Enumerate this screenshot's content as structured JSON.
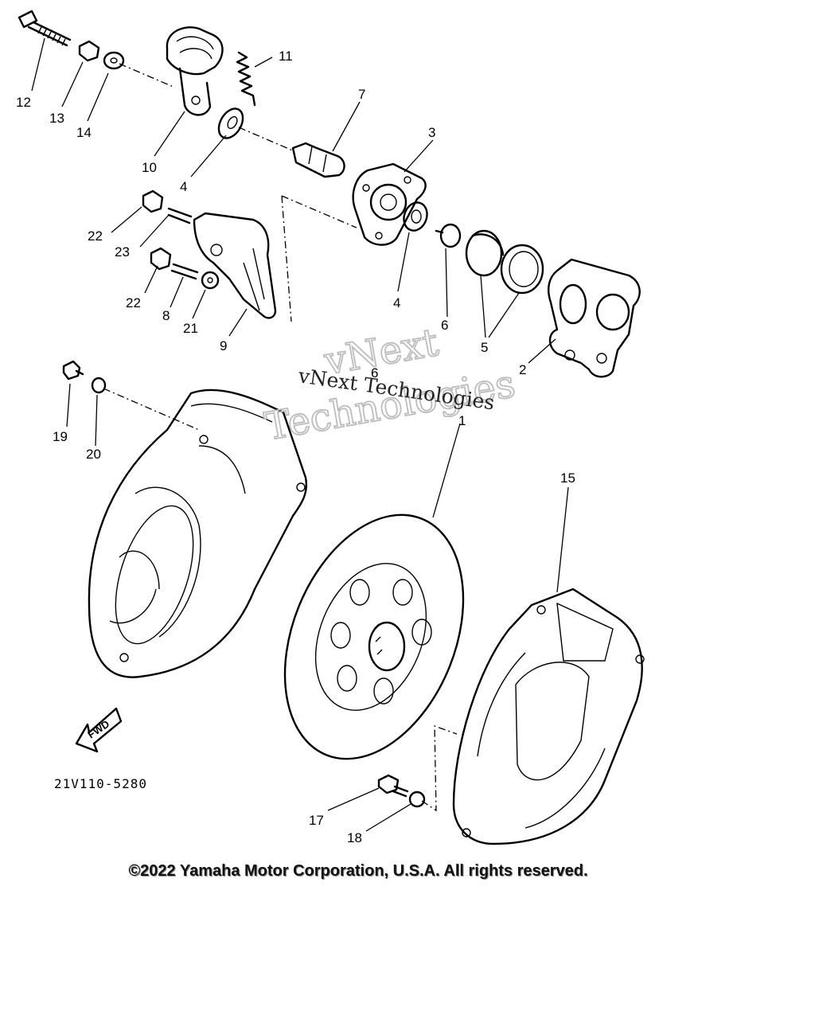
{
  "labels": {
    "p1": "1",
    "p2": "2",
    "p3": "3",
    "p4a": "4",
    "p4b": "4",
    "p5": "5",
    "p6a": "6",
    "p6b": "6",
    "p7": "7",
    "p8": "8",
    "p9": "9",
    "p10": "10",
    "p11": "11",
    "p12": "12",
    "p13": "13",
    "p14": "14",
    "p15": "15",
    "p17": "17",
    "p18": "18",
    "p19": "19",
    "p20": "20",
    "p21": "21",
    "p22a": "22",
    "p22b": "22",
    "p23": "23"
  },
  "fwd": "FWD",
  "diagram_code": "21V110-5280",
  "watermark": {
    "line1": "vNext Technologies",
    "big1": "vNext",
    "big2": "Technologies"
  },
  "copyright": "©2022 Yamaha Motor Corporation, U.S.A. All rights reserved."
}
